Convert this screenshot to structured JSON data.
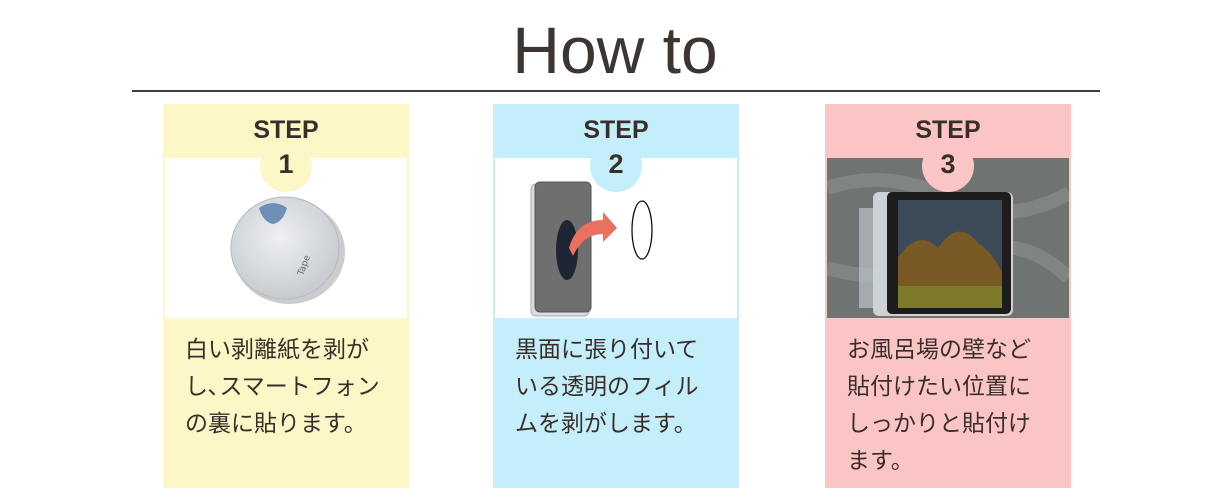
{
  "title": "How to",
  "steps": [
    {
      "label": "STEP",
      "number": "1",
      "lines": [
        "白い剥離紙を剥が",
        "し､スマートフォン",
        "の裏に貼ります。"
      ],
      "color": "#fdf7c8"
    },
    {
      "label": "STEP",
      "number": "2",
      "lines": [
        "黒面に張り付いて",
        "いる透明のフィル",
        "ムを剥がします。"
      ],
      "color": "#c3eefa"
    },
    {
      "label": "STEP",
      "number": "3",
      "lines": [
        "お風呂場の壁など",
        "貼付けたい位置に",
        "しっかりと貼付け",
        "ます。"
      ],
      "color": "#fbc5c6"
    }
  ]
}
